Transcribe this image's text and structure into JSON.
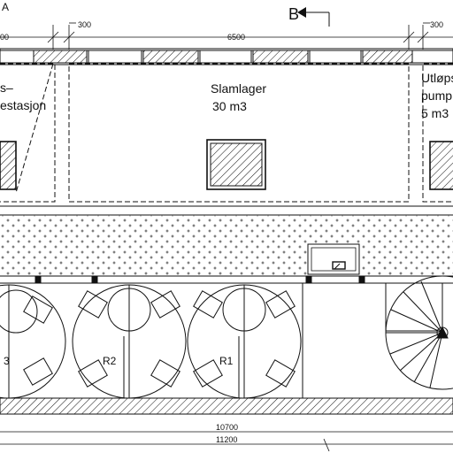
{
  "dimensions": {
    "top_left": "300",
    "top_left_cut": "00",
    "top_middle": "6500",
    "top_right": "300",
    "bottom_inner": "10700",
    "bottom_outer": "11200"
  },
  "section_marker": "B",
  "rooms": {
    "left_line1": "s–",
    "left_line2": "estasjon",
    "middle_line1": "Slamlager",
    "middle_line2": "30 m3",
    "right_line1": "Utløps",
    "right_line2": "pump",
    "right_line3": "5 m3"
  },
  "tanks": {
    "left_cut": "3",
    "middle": "R2",
    "right": "R1"
  }
}
